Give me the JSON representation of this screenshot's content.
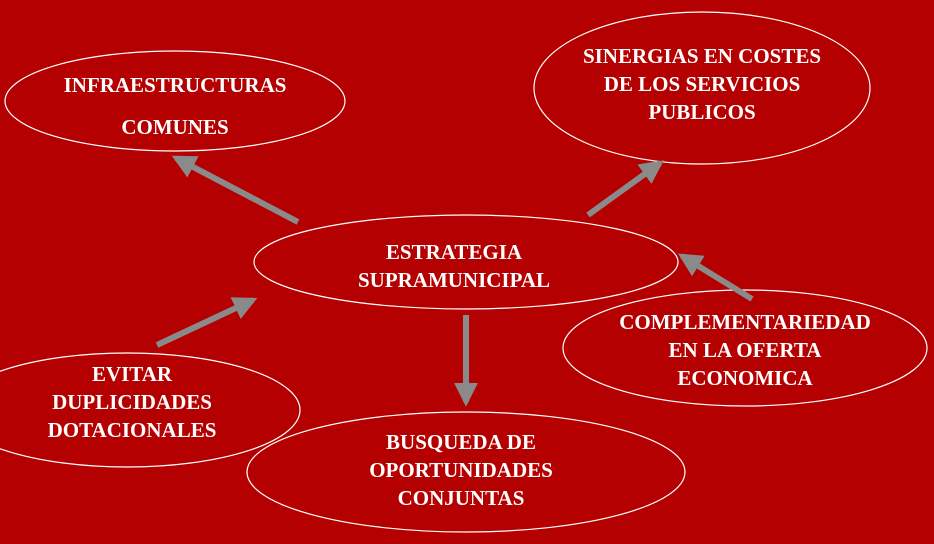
{
  "colors": {
    "background": "#b40000",
    "node_outline": "#ffffff",
    "text": "#ffffff",
    "arrow": "#8a8a8a"
  },
  "nodes": {
    "center": {
      "lines": [
        "ESTRATEGIA",
        "SUPRAMUNICIPAL"
      ]
    },
    "infraestructuras": {
      "lines": [
        "INFRAESTRUCTURAS",
        "COMUNES"
      ]
    },
    "sinergias": {
      "lines": [
        "SINERGIAS EN COSTES",
        "DE LOS SERVICIOS",
        "PUBLICOS"
      ]
    },
    "complementariedad": {
      "lines": [
        "COMPLEMENTARIEDAD",
        "EN LA OFERTA",
        "ECONOMICA"
      ]
    },
    "evitar": {
      "lines": [
        "EVITAR",
        "DUPLICIDADES",
        "DOTACIONALES"
      ]
    },
    "busqueda": {
      "lines": [
        "BUSQUEDA DE",
        "OPORTUNIDADES",
        "CONJUNTAS"
      ]
    }
  }
}
